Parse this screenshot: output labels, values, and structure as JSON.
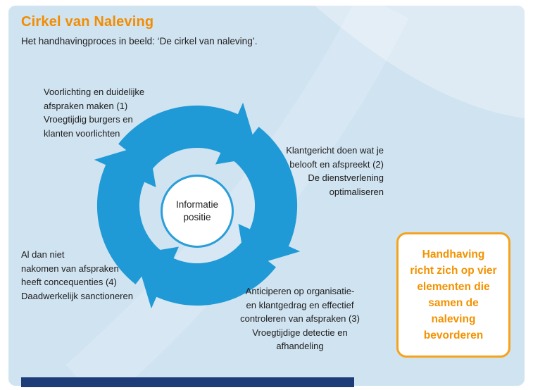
{
  "title": "Cirkel van Naleving",
  "subtitle": "Het handhavingproces in beeld: ‘De cirkel van naleving’.",
  "center_circle": {
    "lines": [
      "Informatie",
      "positie"
    ]
  },
  "steps": [
    {
      "position": "top-left",
      "lines": [
        "Voorlichting en duidelijke",
        "afspraken maken (1)",
        "Vroegtijdig burgers en",
        "klanten voorlichten"
      ]
    },
    {
      "position": "right",
      "lines": [
        "Klantgericht doen wat je",
        "belooft en afspreekt (2)",
        "De dienstverlening",
        "optimaliseren"
      ]
    },
    {
      "position": "bottom-right",
      "lines": [
        "Anticiperen op organisatie-",
        "en klantgedrag en effectief",
        "controleren van afspraken (3)",
        "Vroegtijdige detectie en",
        "afhandeling"
      ]
    },
    {
      "position": "left",
      "lines": [
        "Al dan niet",
        "nakomen van afspraken",
        "heeft concequenties (4)",
        "Daadwerkelijk sanctioneren"
      ]
    }
  ],
  "callout": {
    "lines": [
      "Handhaving",
      "richt zich op vier",
      "elementen die",
      "samen de",
      "naleving",
      "bevorderen"
    ]
  },
  "colors": {
    "panel_background": "#d0e3f1",
    "arrow_blue": "#1f9ad6",
    "accent_orange": "#f28c00",
    "callout_border_orange": "#f6a21c",
    "footer_bar_navy": "#1d3c78",
    "text_dark": "#1c1c1c"
  }
}
